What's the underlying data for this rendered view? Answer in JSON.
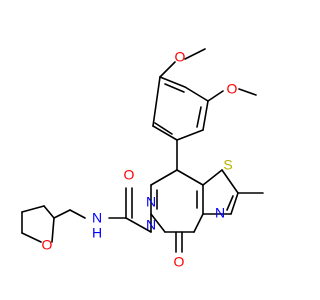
{
  "figure": {
    "type": "chemical-structure",
    "colors": {
      "bond": "#000000",
      "oxygen": "#ff0000",
      "nitrogen": "#0000ff",
      "sulfur": "#b8b000",
      "carbon": "#000000",
      "background": "#ffffff"
    },
    "labels": {
      "o_methoxy_1": "O",
      "o_methoxy_2": "O",
      "s_thiazole": "S",
      "n_thiazole": "N",
      "n_ring_1": "N",
      "n_ring_2": "N",
      "o_ketone": "O",
      "o_amide": "O",
      "n_amide": "N",
      "h_amide": "H",
      "o_thf": "O"
    }
  }
}
